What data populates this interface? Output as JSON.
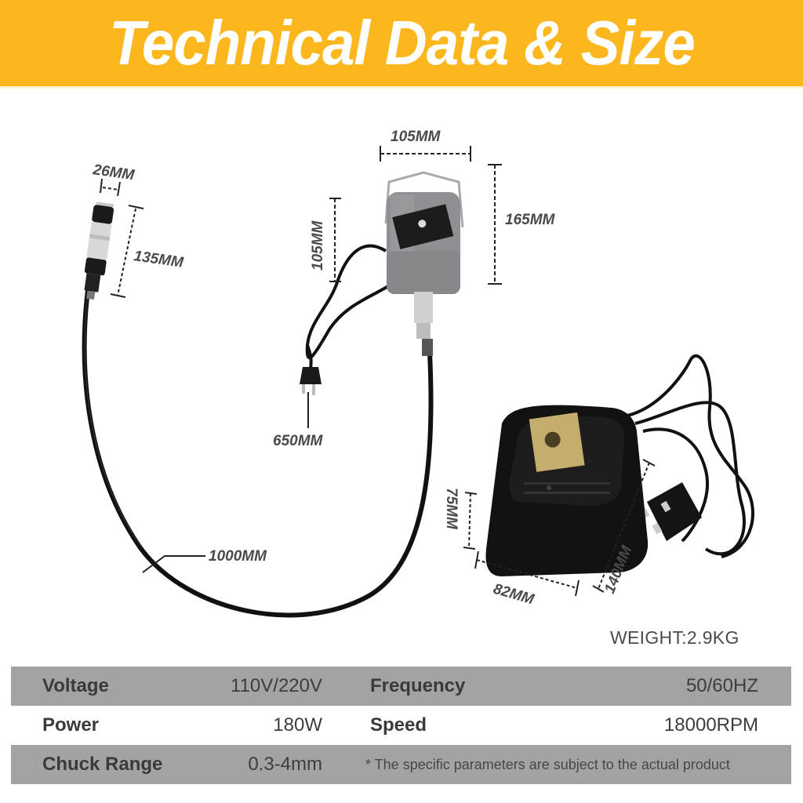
{
  "header": {
    "title": "Technical Data & Size"
  },
  "dimensions": {
    "handpiece_diameter": "26MM",
    "handpiece_length": "135MM",
    "motor_width": "105MM",
    "motor_body_height": "105MM",
    "motor_total_height": "165MM",
    "power_cord_length": "650MM",
    "flex_shaft_length": "1000MM",
    "pedal_height": "75MM",
    "pedal_width": "82MM",
    "pedal_length": "140MM"
  },
  "weight": "WEIGHT:2.9KG",
  "specs": {
    "rows": [
      {
        "label1": "Voltage",
        "value1": "110V/220V",
        "label2": "Frequency",
        "value2": "50/60HZ"
      },
      {
        "label1": "Power",
        "value1": "180W",
        "label2": "Speed",
        "value2": "18000RPM"
      },
      {
        "label1": "Chuck Range",
        "value1": "0.3-4mm",
        "note": "* The specific parameters are subject to the actual product"
      }
    ]
  },
  "colors": {
    "banner": "#FDB71E",
    "table_grey": "#A3A3A5",
    "text": "#3a3a3a"
  },
  "icons": [
    "flex-shaft-handpiece-icon",
    "hanging-motor-icon",
    "us-plug-icon",
    "foot-pedal-icon",
    "uk-plug-icon"
  ]
}
